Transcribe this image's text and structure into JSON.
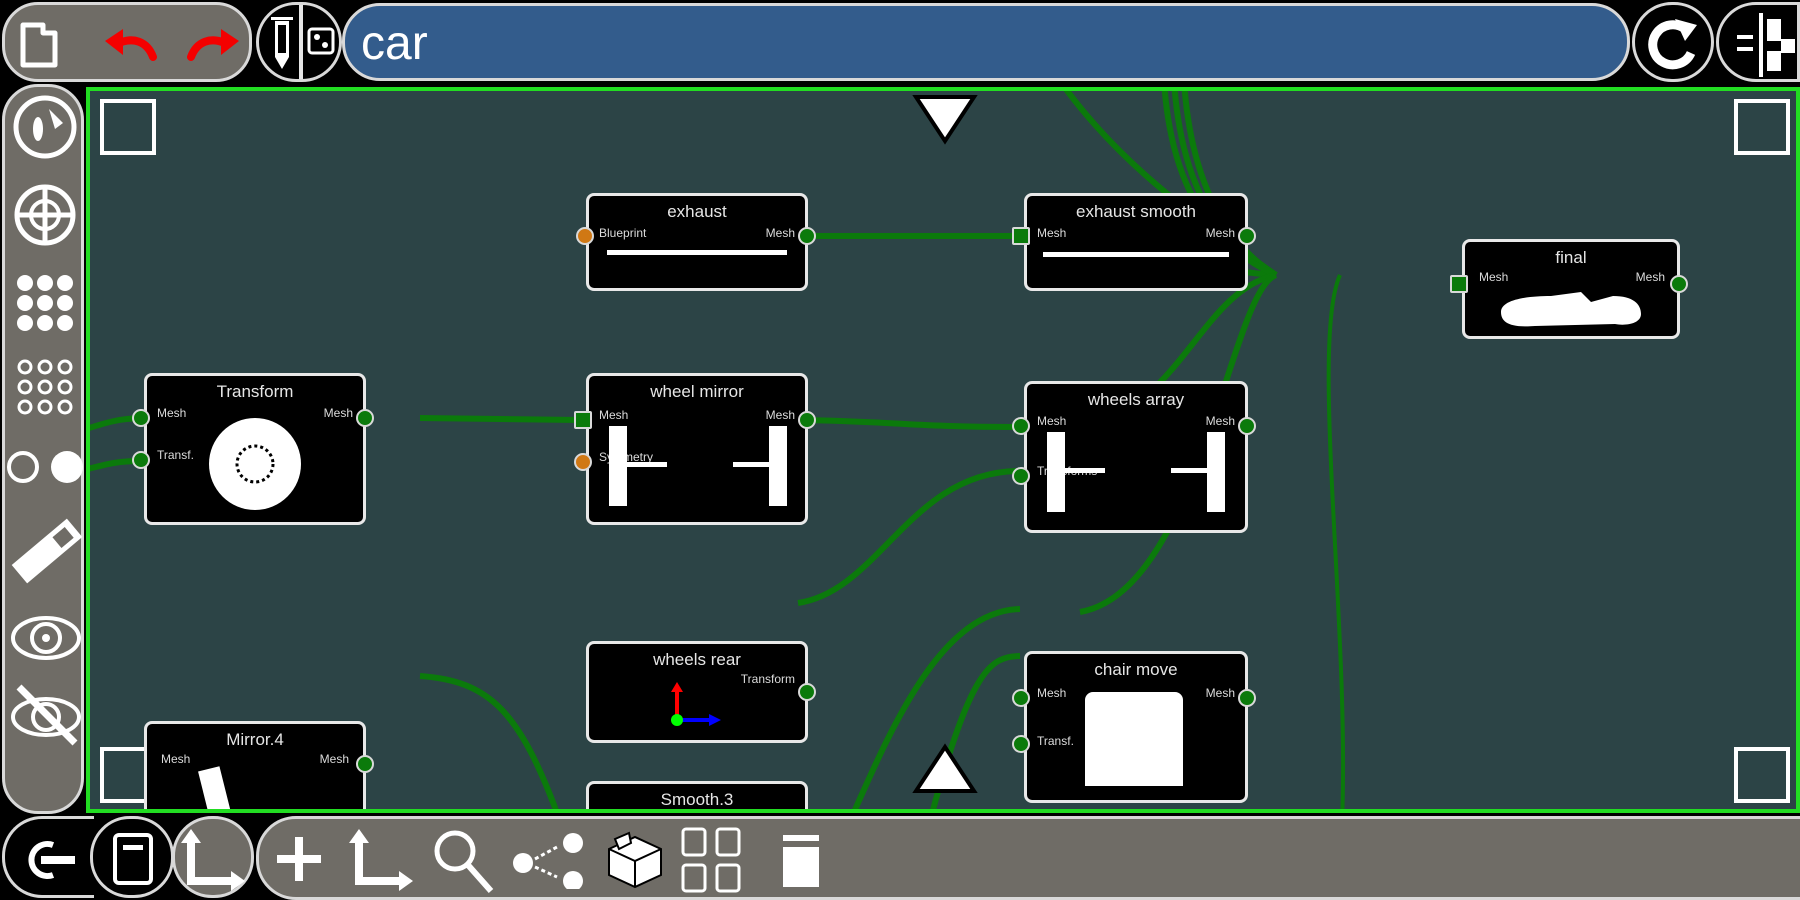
{
  "toolbar_top": {
    "open_icon": "folder-icon",
    "undo_icon": "undo-arrow-icon",
    "redo_icon": "redo-arrow-icon",
    "pen_icon": "pen-icon",
    "dice_icon": "dice-icon",
    "search": {
      "value": "car",
      "placeholder": ""
    },
    "refresh_icon": "refresh-icon",
    "layout_icon": "layout-toggle-icon"
  },
  "sidebar": {
    "items": [
      {
        "name": "gauge",
        "icon": "gauge-icon"
      },
      {
        "name": "target",
        "icon": "crosshair-icon"
      },
      {
        "name": "grid-filled",
        "icon": "dot-grid-filled-icon"
      },
      {
        "name": "grid-outline",
        "icon": "dot-grid-outline-icon"
      },
      {
        "name": "circles",
        "icon": "hollow-solid-circles-icon"
      },
      {
        "name": "eraser",
        "icon": "eraser-icon"
      },
      {
        "name": "show",
        "icon": "eye-icon"
      },
      {
        "name": "hide",
        "icon": "eye-off-icon"
      }
    ]
  },
  "graph": {
    "nodes": [
      {
        "id": "exhaust",
        "title": "exhaust",
        "inputs": [
          {
            "label": "Blueprint",
            "type": "orange"
          }
        ],
        "outputs": [
          {
            "label": "Mesh"
          }
        ]
      },
      {
        "id": "exhaust-smooth",
        "title": "exhaust smooth",
        "inputs": [
          {
            "label": "Mesh",
            "type": "square"
          }
        ],
        "outputs": [
          {
            "label": "Mesh"
          }
        ]
      },
      {
        "id": "final",
        "title": "final",
        "inputs": [
          {
            "label": "Mesh",
            "type": "square"
          }
        ],
        "outputs": [
          {
            "label": "Mesh"
          }
        ]
      },
      {
        "id": "transform",
        "title": "Transform",
        "inputs": [
          {
            "label": "Mesh"
          },
          {
            "label": "Transf."
          }
        ],
        "outputs": [
          {
            "label": "Mesh"
          }
        ]
      },
      {
        "id": "wheel-mirror",
        "title": "wheel mirror",
        "inputs": [
          {
            "label": "Mesh",
            "type": "square"
          },
          {
            "label": "Symmetry",
            "type": "orange"
          }
        ],
        "outputs": [
          {
            "label": "Mesh"
          }
        ]
      },
      {
        "id": "wheels-array",
        "title": "wheels array",
        "inputs": [
          {
            "label": "Mesh"
          },
          {
            "label": "Transforms"
          }
        ],
        "outputs": [
          {
            "label": "Mesh"
          }
        ]
      },
      {
        "id": "wheels-rear",
        "title": "wheels rear",
        "inputs": [],
        "outputs": [
          {
            "label": "Transform"
          }
        ]
      },
      {
        "id": "chair-move",
        "title": "chair move",
        "inputs": [
          {
            "label": "Mesh"
          },
          {
            "label": "Transf."
          }
        ],
        "outputs": [
          {
            "label": "Mesh"
          }
        ]
      },
      {
        "id": "mirror-4",
        "title": "Mirror.4",
        "inputs": [
          {
            "label": "Mesh"
          }
        ],
        "outputs": [
          {
            "label": "Mesh"
          }
        ]
      },
      {
        "id": "smooth-3",
        "title": "Smooth.3",
        "inputs": [],
        "outputs": []
      }
    ],
    "colors": {
      "canvas": "#2c4446",
      "wire": "#0b7a0b",
      "frame": "#22dd22",
      "orange_port": "#d07814"
    }
  },
  "toolbar_bottom": {
    "left": [
      {
        "name": "exit",
        "icon": "exit-icon"
      },
      {
        "name": "panel",
        "icon": "panel-icon"
      },
      {
        "name": "axes",
        "icon": "axes-icon"
      }
    ],
    "right": [
      {
        "name": "add",
        "icon": "plus-icon"
      },
      {
        "name": "axes",
        "icon": "axes-icon"
      },
      {
        "name": "search",
        "icon": "search-icon"
      },
      {
        "name": "share",
        "icon": "share-icon"
      },
      {
        "name": "package",
        "icon": "package-box-icon"
      },
      {
        "name": "grid",
        "icon": "grid-icon"
      },
      {
        "name": "layer",
        "icon": "layer-icon"
      }
    ]
  }
}
